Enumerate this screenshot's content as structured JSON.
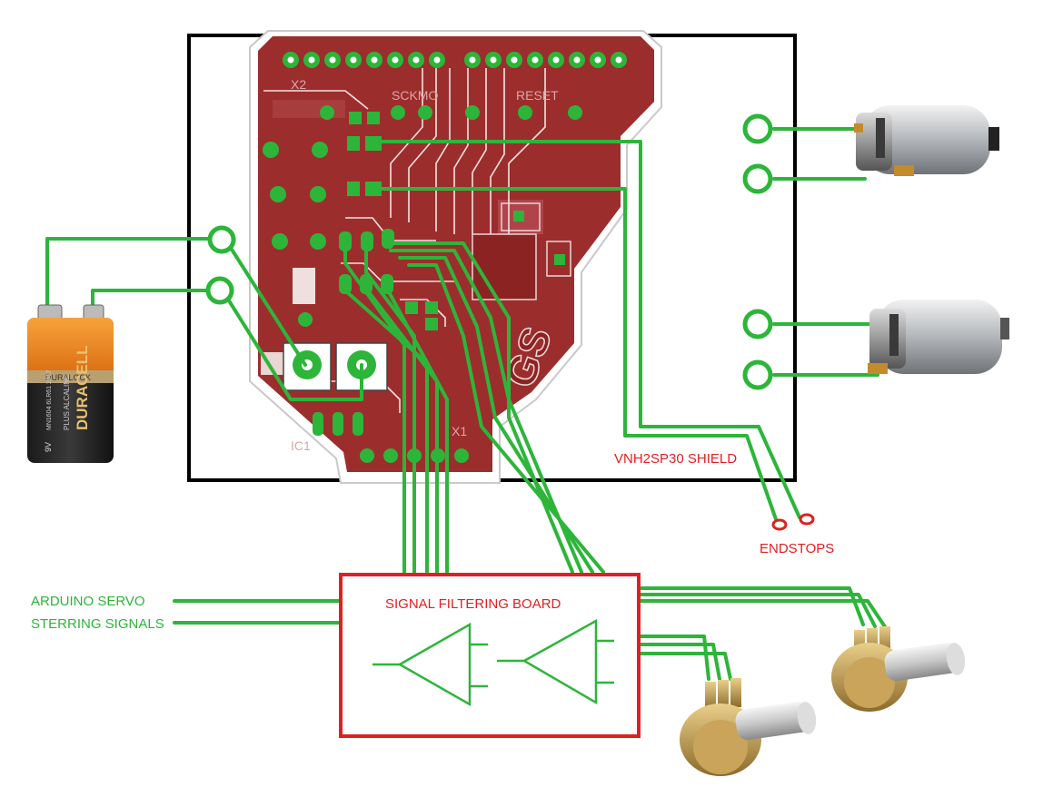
{
  "labels": {
    "shield": "VNH2SP30 SHIELD",
    "endstops": "ENDSTOPS",
    "filter_board": "SIGNAL FILTERING BOARD",
    "servo_line1": "ARDUINO SERVO",
    "servo_line2": "STERRING SIGNALS"
  },
  "pcb_silkscreen": {
    "header_left": "SCKMO",
    "header_right": "RESET",
    "x2": "X2",
    "x1": "X1",
    "ic1": "IC1"
  },
  "battery": {
    "brand": "DURALOCK",
    "name": "DURACELL",
    "voltage": "9V",
    "type": "PLUS ALCALINE",
    "code": "MN1604 6LR61 2017"
  },
  "colors": {
    "wire": "#2db53a",
    "label_red": "#e02020",
    "label_green": "#2db53a",
    "pcb": "#9c2d2d",
    "frame": "#000000",
    "board_border": "#e02020"
  }
}
